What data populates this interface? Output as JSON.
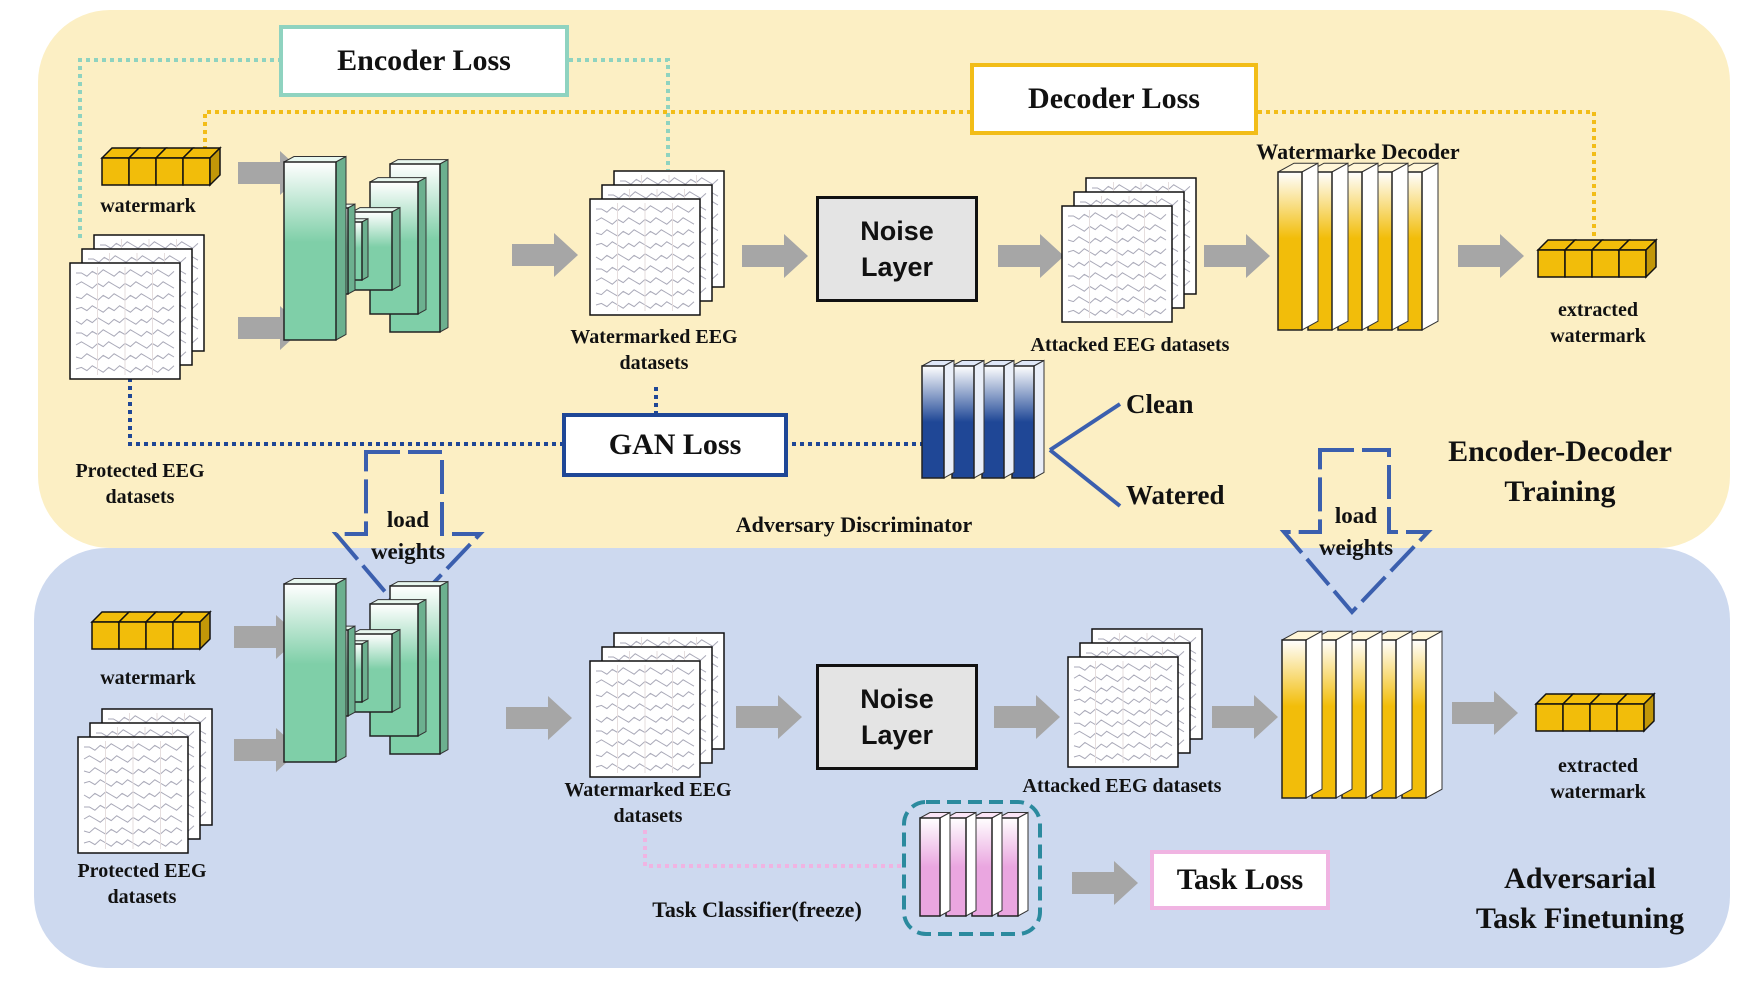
{
  "colors": {
    "top_panel_bg": "#fcefc4",
    "bottom_panel_bg": "#cdd9ef",
    "encoder_green": "#7fcfa8",
    "decoder_gold": "#f2bd0a",
    "discriminator_blue": "#1f4796",
    "classifier_pink": "#eaa6e0",
    "arrow_gray": "#a6a6a6"
  },
  "losses": {
    "encoder": "Encoder Loss",
    "decoder": "Decoder Loss",
    "gan": "GAN Loss",
    "task": "Task Loss"
  },
  "top_stage": {
    "watermark": "watermark",
    "protected_line1": "Protected EEG",
    "protected_line2": "datasets",
    "watermarked_line1": "Watermarked EEG",
    "watermarked_line2": "datasets",
    "noise_line1": "Noise",
    "noise_line2": "Layer",
    "attacked": "Attacked EEG datasets",
    "decoder_title": "Watermarke Decoder",
    "extracted_line1": "extracted",
    "extracted_line2": "watermark",
    "clean": "Clean",
    "watered": "Watered",
    "discriminator": "Adversary Discriminator",
    "title_line1": "Encoder-Decoder",
    "title_line2": "Training"
  },
  "load_weights": {
    "line1": "load",
    "line2": "weights"
  },
  "bottom_stage": {
    "watermark": "watermark",
    "protected_line1": "Protected EEG",
    "protected_line2": "datasets",
    "watermarked_line1": "Watermarked EEG",
    "watermarked_line2": "datasets",
    "noise_line1": "Noise",
    "noise_line2": "Layer",
    "attacked": "Attacked EEG datasets",
    "extracted_line1": "extracted",
    "extracted_line2": "watermark",
    "classifier": "Task Classifier(freeze)",
    "title_line1": "Adversarial",
    "title_line2": "Task Finetuning"
  }
}
